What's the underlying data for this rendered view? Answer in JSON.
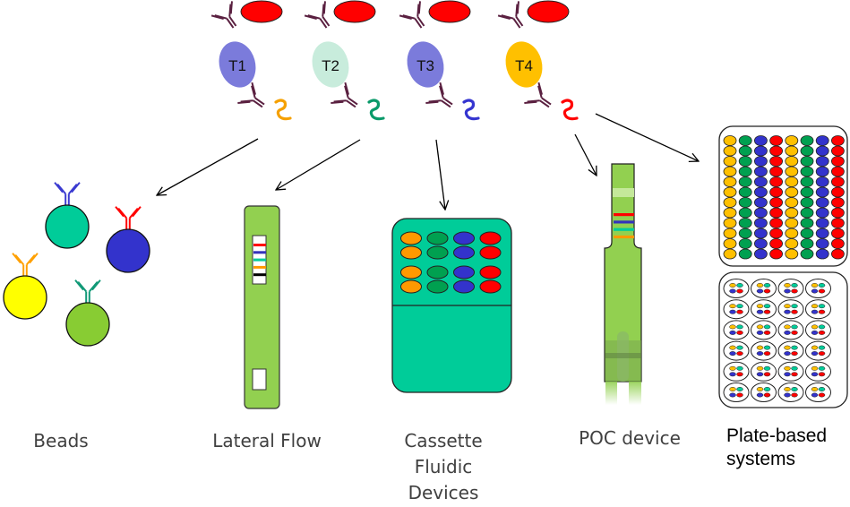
{
  "targets": [
    {
      "label": "T1",
      "color": "#7b7bdb",
      "tag_color": "#f5a000"
    },
    {
      "label": "T2",
      "color": "#c8ecdc",
      "tag_color": "#0a9a6a"
    },
    {
      "label": "T3",
      "color": "#7b7bdb",
      "tag_color": "#3535d0"
    },
    {
      "label": "T4",
      "color": "#ffc000",
      "tag_color": "#ff0000"
    }
  ],
  "antibody_color": "#5a2040",
  "antigen_color": "#ff0000",
  "platforms": [
    {
      "name": "beads",
      "label": "Beads"
    },
    {
      "name": "lateral-flow",
      "label": "Lateral Flow"
    },
    {
      "name": "cassette",
      "label_lines": [
        "Cassette",
        "Fluidic",
        "Devices"
      ]
    },
    {
      "name": "poc",
      "label": "POC device"
    },
    {
      "name": "plate",
      "label_lines": [
        "Plate-based",
        "systems"
      ]
    }
  ],
  "beads": [
    {
      "color": "#00cc99",
      "antibody": "#3a3ad0"
    },
    {
      "color": "#3333cc",
      "antibody": "#ff0000"
    },
    {
      "color": "#ffff00",
      "antibody": "#ffa000"
    },
    {
      "color": "#88cc33",
      "antibody": "#119977"
    }
  ],
  "lateral_flow_lines": [
    "#ff0000",
    "#3333bb",
    "#00cc99",
    "#ff9900",
    "#000000"
  ],
  "cassette_columns": [
    "#ff9900",
    "#00a050",
    "#3333cc",
    "#ff0000"
  ],
  "poc_lines": [
    "#ff0000",
    "#3333bb",
    "#00cc99",
    "#ff9900"
  ],
  "plate_columns": [
    "#ffc000",
    "#00a050",
    "#3333cc",
    "#ff0000",
    "#ffc000",
    "#00a050",
    "#3333cc",
    "#ff0000"
  ],
  "colors": {
    "green_strip": "#92d050",
    "cassette": "#00cc99"
  }
}
